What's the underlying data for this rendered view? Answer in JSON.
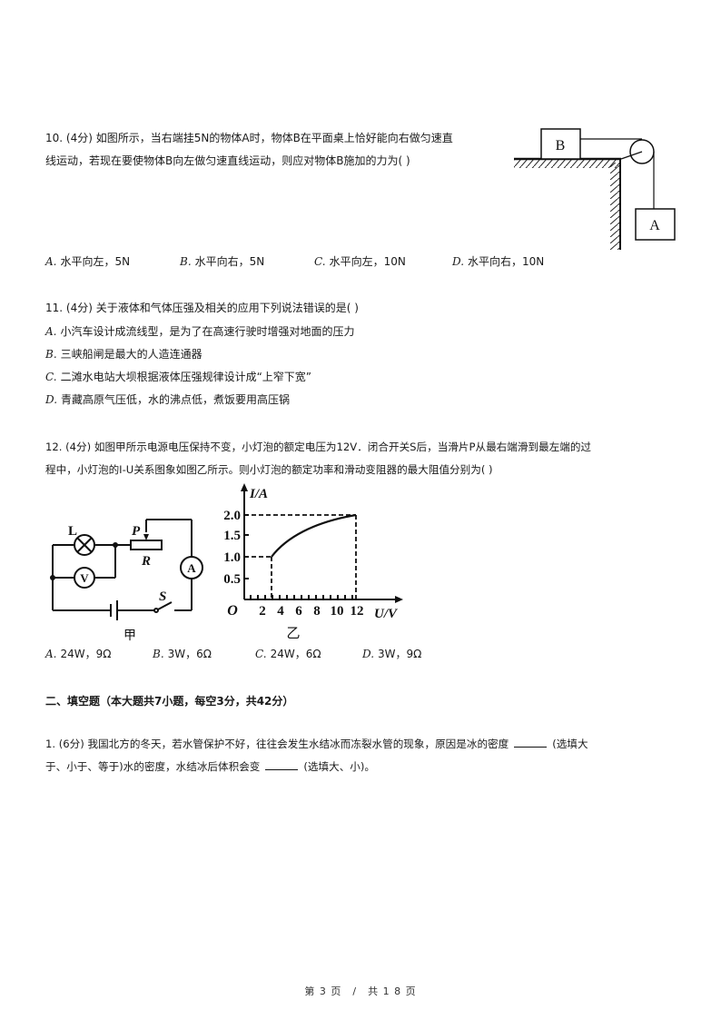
{
  "questions": [
    {
      "number": "10.",
      "score": "(4分)",
      "line1": "如图所示，当右端挂5N的物体A时，物体B在平面桌上恰好能向右做匀速直",
      "line2": "线运动，若现在要使物体B向左做匀速直线运动，则应对物体B施加的力为( )",
      "figure": {
        "block_top": "B",
        "block_hanging": "A"
      },
      "options": [
        {
          "label": "A.",
          "text": "水平向左，5N"
        },
        {
          "label": "B.",
          "text": "水平向右，5N"
        },
        {
          "label": "C.",
          "text": "水平向左，10N"
        },
        {
          "label": "D.",
          "text": "水平向右，10N"
        }
      ]
    },
    {
      "number": "11.",
      "score": "(4分)",
      "stem": "关于液体和气体压强及相关的应用下列说法错误的是( )",
      "options": [
        {
          "label": "A.",
          "text": "小汽车设计成流线型，是为了在高速行驶时增强对地面的压力"
        },
        {
          "label": "B.",
          "text": "三峡船闸是最大的人造连通器"
        },
        {
          "label": "C.",
          "text": "二滩水电站大坝根据液体压强规律设计成“上窄下宽”"
        },
        {
          "label": "D.",
          "text": "青藏高原气压低，水的沸点低，煮饭要用高压锅"
        }
      ]
    },
    {
      "number": "12.",
      "score": "(4分)",
      "line1": "如图甲所示电源电压保持不变，小灯泡的额定电压为12V．闭合开关S后，当滑片P从最右端滑到最左端的过",
      "line2": "程中，小灯泡的I-U关系图象如图乙所示。则小灯泡的额定功率和滑动变阻器的最大阻值分别为( )",
      "circuit": {
        "caption": "甲",
        "labels": {
          "lamp": "L",
          "slider": "P",
          "rheostat": "R",
          "voltmeter": "V",
          "ammeter": "A",
          "switch": "S"
        }
      },
      "options": [
        {
          "label": "A.",
          "text": "24W，9Ω"
        },
        {
          "label": "B.",
          "text": "3W，6Ω"
        },
        {
          "label": "C.",
          "text": "24W，6Ω"
        },
        {
          "label": "D.",
          "text": "3W，9Ω"
        }
      ]
    }
  ],
  "chart_data": {
    "type": "line",
    "caption": "乙",
    "xlabel": "U/V",
    "ylabel": "I/A",
    "origin_label": "O",
    "x_ticks": [
      "2",
      "4",
      "6",
      "8",
      "10",
      "12"
    ],
    "y_ticks": [
      "0.5",
      "1.0",
      "1.5",
      "2.0"
    ],
    "series": [
      {
        "name": "I-U",
        "x": [
          3,
          4,
          6,
          8,
          10,
          12
        ],
        "y": [
          1.0,
          1.22,
          1.55,
          1.75,
          1.9,
          2.0
        ]
      }
    ],
    "reference_points": [
      {
        "x": 3,
        "y": 1.0
      },
      {
        "x": 12,
        "y": 2.0
      }
    ],
    "xlim": [
      0,
      13
    ],
    "ylim": [
      0,
      2.3
    ]
  },
  "section2": {
    "title": "二、填空题（本大题共7小题，每空3分，共42分）",
    "q1": {
      "number": "1.",
      "score": "(6分)",
      "part1": "我国北方的冬天，若水管保护不好，往往会发生水结冰而冻裂水管的现象，原因是冰的密度",
      "part2": "(选填大",
      "part3": "于、小于、等于)水的密度，水结冰后体积会变",
      "part4": "(选填大、小)。"
    }
  },
  "footer": {
    "text": "第 3 页　/　共 1 8 页"
  }
}
